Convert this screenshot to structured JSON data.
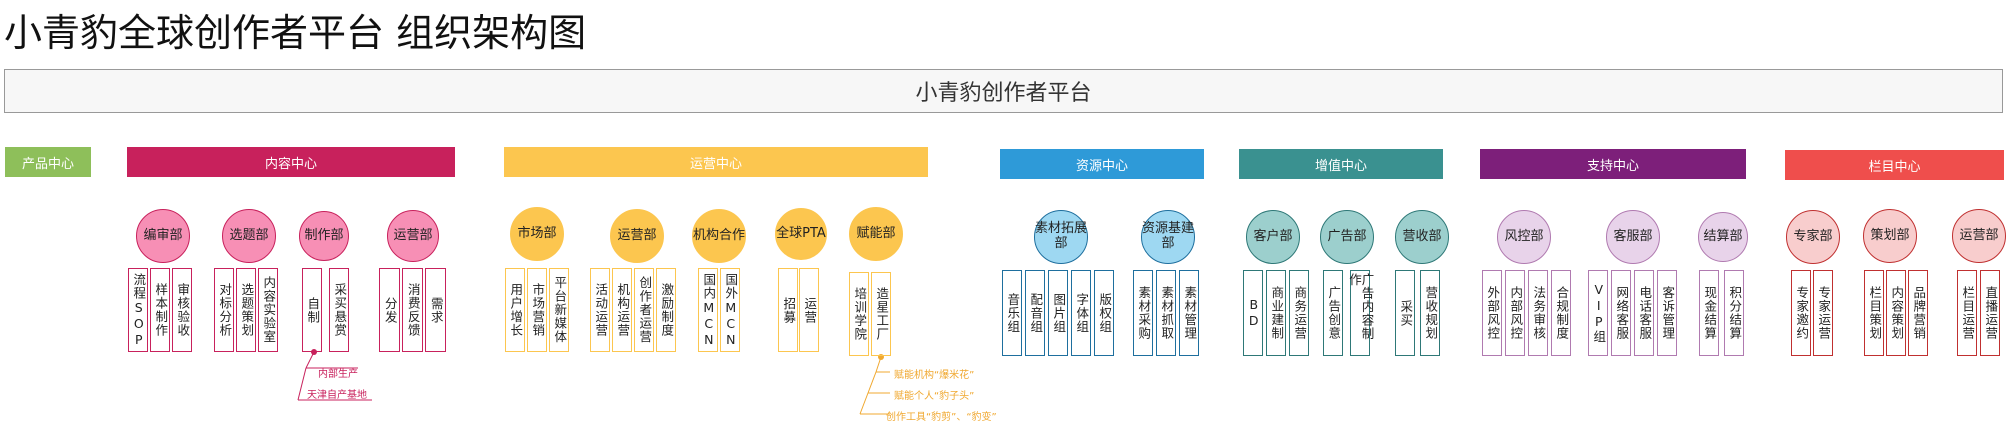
{
  "title": "小青豹全球创作者平台 组织架构图",
  "platform": "小青豹创作者平台",
  "centers": [
    {
      "label": "产品中心",
      "color": "#8ebf5a",
      "departments": []
    },
    {
      "label": "内容中心",
      "color": "#c8215c",
      "dept_fill": "#f78fb5",
      "duty_border": "#c8215c",
      "departments": [
        {
          "label": "编审部",
          "duties": [
            "流程SOP",
            "样本制作",
            "审核验收"
          ]
        },
        {
          "label": "选题部",
          "duties": [
            "对标分析",
            "选题策划",
            "内容实验室"
          ]
        },
        {
          "label": "制作部",
          "duties": [
            "自制",
            "采买悬赏"
          ]
        },
        {
          "label": "运营部",
          "duties": [
            "分发",
            "消费反馈",
            "需求"
          ]
        }
      ]
    },
    {
      "label": "运营中心",
      "color": "#fcc64f",
      "dept_fill": "#fcc64f",
      "duty_border": "#fcc64f",
      "departments": [
        {
          "label": "市场部",
          "duties": [
            "用户增长",
            "市场营销",
            "平台新媒体"
          ]
        },
        {
          "label": "运营部",
          "duties": [
            "活动运营",
            "机构运营",
            "创作者运营",
            "激励制度"
          ]
        },
        {
          "label": "机构合作",
          "duties": [
            "国内MCN",
            "国外MCN"
          ]
        },
        {
          "label": "全球PTA",
          "duties": [
            "招募",
            "运营"
          ]
        },
        {
          "label": "赋能部",
          "duties": [
            "培训学院",
            "造星工厂"
          ]
        }
      ]
    },
    {
      "label": "资源中心",
      "color": "#2e9ad8",
      "dept_fill": "#9ed8f2",
      "duty_border": "#1e6f9e",
      "departments": [
        {
          "label": "素材拓展部",
          "duties": [
            "音乐组",
            "配音组",
            "图片组",
            "字体组",
            "版权组"
          ]
        },
        {
          "label": "资源基建部",
          "duties": [
            "素材采购",
            "素材抓取",
            "素材管理"
          ]
        }
      ]
    },
    {
      "label": "增值中心",
      "color": "#3a9190",
      "dept_fill": "#9ccfcd",
      "duty_border": "#2e7877",
      "departments": [
        {
          "label": "客户部",
          "duties": [
            "BD",
            "商业建制",
            "商务运营"
          ]
        },
        {
          "label": "广告部",
          "duties": [
            "广告创意",
            "广告内容制作"
          ]
        },
        {
          "label": "营收部",
          "duties": [
            "采买",
            "营收规划"
          ]
        }
      ]
    },
    {
      "label": "支持中心",
      "color": "#7d1f7a",
      "dept_fill": "#e8d3ea",
      "duty_border": "#b07ab0",
      "departments": [
        {
          "label": "风控部",
          "duties": [
            "外部风控",
            "内部风控",
            "法务审核",
            "合规制度"
          ]
        },
        {
          "label": "客服部",
          "duties": [
            "VIP组",
            "网络客服",
            "电话客服",
            "客诉管理"
          ]
        },
        {
          "label": "结算部",
          "duties": [
            "现金结算",
            "积分结算"
          ]
        }
      ]
    },
    {
      "label": "栏目中心",
      "color": "#ef4e4c",
      "dept_fill": "#f8cdcd",
      "duty_border": "#c03030",
      "departments": [
        {
          "label": "专家部",
          "duties": [
            "专家邀约",
            "专家运营"
          ]
        },
        {
          "label": "策划部",
          "duties": [
            "栏目策划",
            "内容策划",
            "品牌营销"
          ]
        },
        {
          "label": "运营部",
          "duties": [
            "栏目运营",
            "直播运营"
          ]
        }
      ]
    }
  ],
  "notes": {
    "production": [
      "内部生产",
      "天津自产基地"
    ],
    "production_color": "#c8215c",
    "empower": [
      "赋能机构“爆米花”",
      "赋能个人“豹子头”",
      "创作工具“豹剪”、“豹变”"
    ],
    "empower_color": "#f0a830"
  }
}
